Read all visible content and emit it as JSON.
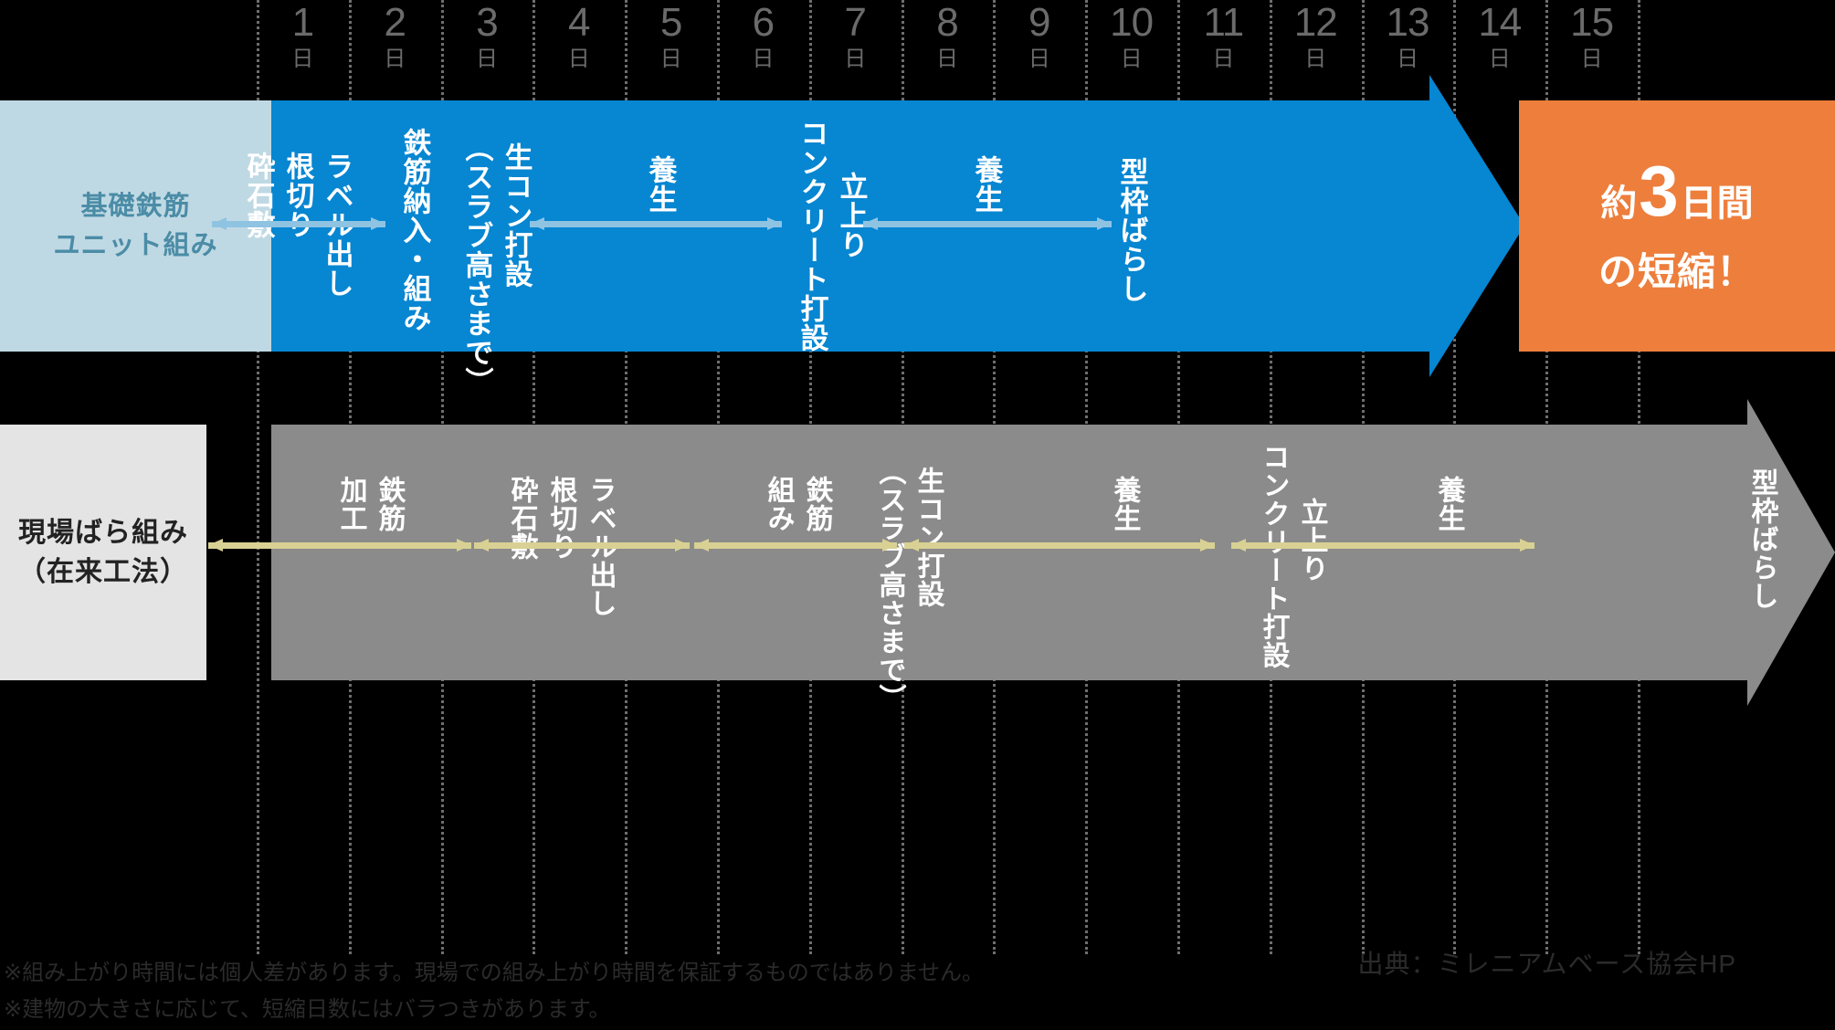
{
  "timeline": {
    "unit_suffix": "日",
    "days": [
      1,
      2,
      3,
      4,
      5,
      6,
      7,
      8,
      9,
      10,
      11,
      12,
      13,
      14,
      15
    ]
  },
  "colors": {
    "blue_bar": "#0786d2",
    "blue_label_box": "#bfd9e4",
    "blue_label_text": "#4b8ca6",
    "blue_arrow": "#8fc3e2",
    "orange": "#ed7e3c",
    "gray_bar": "#8b8b8b",
    "gray_label_box": "#e4e4e4",
    "khaki_arrow": "#d8d193",
    "background": "#000000",
    "grid_line": "#6e6e6e"
  },
  "rows": [
    {
      "id": "blue",
      "label_line1": "基礎鉄筋",
      "label_line2": "ユニット組み",
      "tasks": [
        "砕石敷",
        "根切り",
        "ラベル出し",
        "鉄筋納入・組み",
        "生コン打設",
        "（スラブ高さまで）",
        "養生",
        "コンクリート打設",
        "立上り",
        "養生",
        "型枠ばらし"
      ]
    },
    {
      "id": "gray",
      "label_line1": "現場ばら組み",
      "label_line2": "（在来工法）",
      "tasks": [
        "鉄筋",
        "加工",
        "砕石敷",
        "根切り",
        "ラベル出し",
        "鉄筋",
        "組み",
        "生コン打設",
        "（スラブ高さまで）",
        "養生",
        "コンクリート打設",
        "立上り",
        "養生",
        "型枠ばらし"
      ]
    }
  ],
  "callout": {
    "prefix": "約",
    "number": "3",
    "unit": "日間",
    "line2": "の短縮！"
  },
  "footnotes": [
    "※組み上がり時間には個人差があります。現場での組み上がり時間を保証するものではありません。",
    "※建物の大きさに応じて、短縮日数にはバラつきがあります。"
  ],
  "source": "出典：ミレニアムベース協会HP"
}
